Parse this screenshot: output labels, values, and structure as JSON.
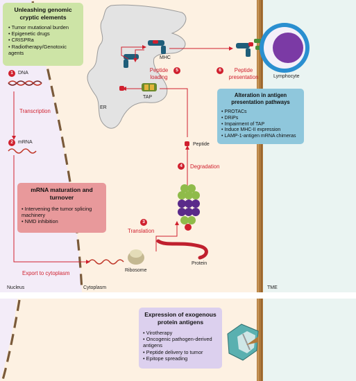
{
  "colors": {
    "red": "#d0202e",
    "nucleus_bg": "#f3ecf8",
    "cyto_bg": "#fdf1e2",
    "tme_bg": "#eaf4f2",
    "green_box": "#cde4a6",
    "pink_box": "#e8999b",
    "blue_box": "#8fc7dc",
    "purple_box": "#dcd0ee",
    "membrane": "#b07a3c"
  },
  "boxes": {
    "genomic": {
      "title": "Unleashing genomic cryptic elements",
      "items": [
        "Tumor mutational burden",
        "Epigenetic drugs",
        "CRISPRa",
        "Radiotherapy/Genotoxic agents"
      ]
    },
    "mrna": {
      "title": "mRNA maturation and turnover",
      "items": [
        "Intervening the tumor splicing machinery",
        "NMD inhibition"
      ]
    },
    "antigen": {
      "title": "Alteration in antigen presentation pathways",
      "items": [
        "PROTACs",
        "DRiPs",
        "Impairment of TAP",
        "Induce MHC-II expression",
        "LAMP-1-antigen mRNA chimeras"
      ]
    },
    "exogenous": {
      "title": "Expression of exogenous protein antigens",
      "items": [
        "Virotherapy",
        "Oncogenic pathogen-derived antigens",
        "Peptide delivery to tumor",
        "Epitope spreading"
      ]
    }
  },
  "steps": [
    {
      "num": "1",
      "label": "DNA"
    },
    {
      "num": "2",
      "label": "mRNA"
    },
    {
      "num": "3",
      "label": "Translation"
    },
    {
      "num": "4",
      "label": "Degradation"
    },
    {
      "num": "5",
      "label": "Peptide loading"
    },
    {
      "num": "6",
      "label": "Peptide presentation"
    }
  ],
  "arrows": {
    "transcription": "Transcription",
    "export": "Export to cytoplasm"
  },
  "labels": {
    "mhc": "MHC",
    "tap": "TAP",
    "er": "ER",
    "peptide": "Peptide",
    "ribosome": "Ribosome",
    "protein": "Protein",
    "lymphocyte": "Lymphocyte"
  },
  "regions": {
    "nucleus": "Nucleus",
    "cytoplasm": "Cytoplasm",
    "tme": "TME"
  }
}
